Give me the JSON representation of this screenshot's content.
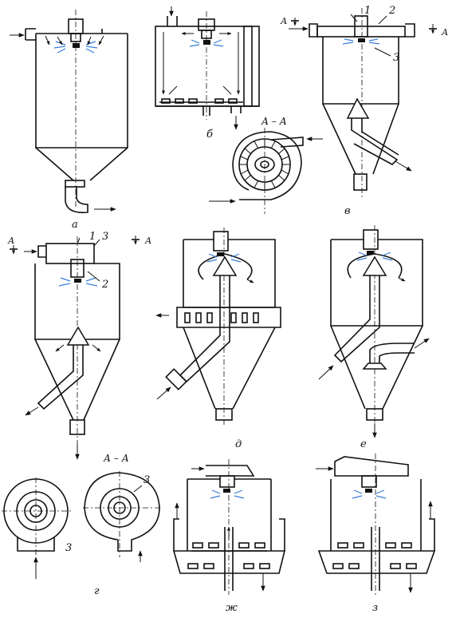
{
  "labels": {
    "a": "а",
    "b": "б",
    "v": "в",
    "g": "г",
    "d": "д",
    "e": "е",
    "zh": "ж",
    "z": "з"
  },
  "section_labels": {
    "v_section": "А – А",
    "g_section": "А – А",
    "cut_letter": "А"
  },
  "callouts": {
    "n1": "1",
    "n2": "2",
    "n3": "3"
  },
  "colors": {
    "ink": "#111111",
    "spray_accent": "#3a7fd8",
    "paper": "#ffffff"
  }
}
